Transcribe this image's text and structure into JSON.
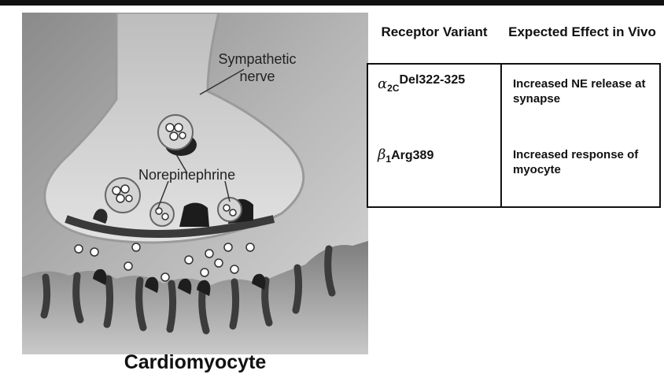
{
  "illustration": {
    "nerve_label": "Sympathetic nerve",
    "transmitter_label": "Norepinephrine",
    "cell_label": "Cardiomyocyte"
  },
  "table": {
    "headers": [
      "Receptor Variant",
      "Expected Effect in Vivo"
    ],
    "rows": [
      {
        "greek": "α",
        "sub": "2C",
        "variant": "Del322-325",
        "effect": "Increased NE release at synapse"
      },
      {
        "greek": "β",
        "sub": "1",
        "variant": "Arg389",
        "effect": "Increased response of myocyte"
      }
    ]
  }
}
